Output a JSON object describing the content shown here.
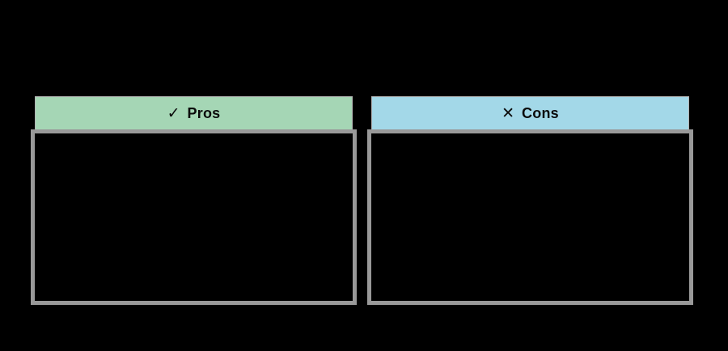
{
  "page": {
    "background": "#000000"
  },
  "comparison": {
    "columns": [
      {
        "id": "pros",
        "icon": "check-icon",
        "icon_glyph": "✓",
        "label": "Pros",
        "header_bg": "#a5d6b5",
        "body_content": ""
      },
      {
        "id": "cons",
        "icon": "x-icon",
        "icon_glyph": "✕",
        "label": "Cons",
        "header_bg": "#a3d8e8",
        "body_content": ""
      }
    ],
    "colors": {
      "panel_border": "#999999",
      "header_border": "#b2b2b2",
      "text": "#0b0b0b"
    }
  }
}
